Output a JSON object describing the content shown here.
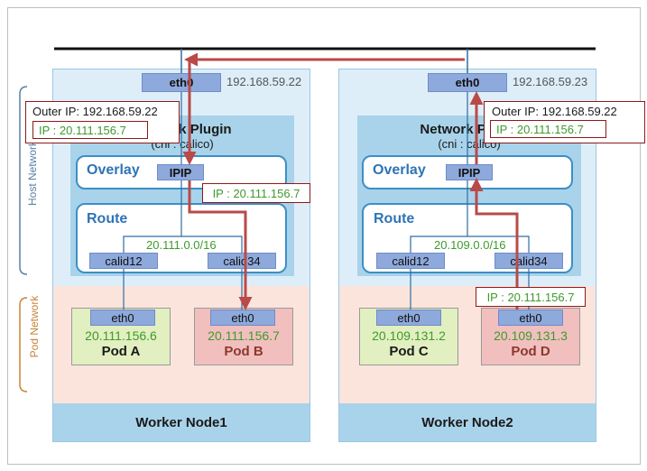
{
  "side_labels": {
    "host": "Host Network",
    "pod": "Pod Network"
  },
  "nodes": [
    {
      "worker_label": "Worker Node1",
      "eth0": "eth0",
      "host_ip": "192.168.59.22",
      "plugin_title": "Network Plugin",
      "plugin_sub": "(cni : calico)",
      "overlay_label": "Overlay",
      "ipip": "IPIP",
      "route_label": "Route",
      "subnet": "20.111.0.0/16",
      "calid_a": "calid12",
      "calid_b": "calid34",
      "pods": [
        {
          "iface": "eth0",
          "ip": "20.111.156.6",
          "name": "Pod A",
          "style": "green"
        },
        {
          "iface": "eth0",
          "ip": "20.111.156.7",
          "name": "Pod B",
          "style": "red"
        }
      ]
    },
    {
      "worker_label": "Worker Node2",
      "eth0": "eth0",
      "host_ip": "192.168.59.23",
      "plugin_title": "Network Plugin",
      "plugin_sub": "(cni : calico)",
      "overlay_label": "Overlay",
      "ipip": "IPIP",
      "route_label": "Route",
      "subnet": "20.109.0.0/16",
      "calid_a": "calid12",
      "calid_b": "calid34",
      "pods": [
        {
          "iface": "eth0",
          "ip": "20.109.131.2",
          "name": "Pod C",
          "style": "green"
        },
        {
          "iface": "eth0",
          "ip": "20.109.131.3",
          "name": "Pod D",
          "style": "red"
        }
      ]
    }
  ],
  "callouts": {
    "left": {
      "outer": "Outer IP: 192.168.59.22",
      "inner": "IP : 20.111.156.7"
    },
    "right": {
      "outer": "Outer IP: 192.168.59.22",
      "inner": "IP : 20.111.156.7"
    }
  },
  "packet_tags": {
    "node1": "IP : 20.111.156.7",
    "node2": "IP : 20.111.156.7"
  },
  "colors": {
    "arrow": "#b94a48",
    "link": "#2e6da4",
    "accent": "#2e74b5",
    "ip_green": "#3e9a2c"
  }
}
